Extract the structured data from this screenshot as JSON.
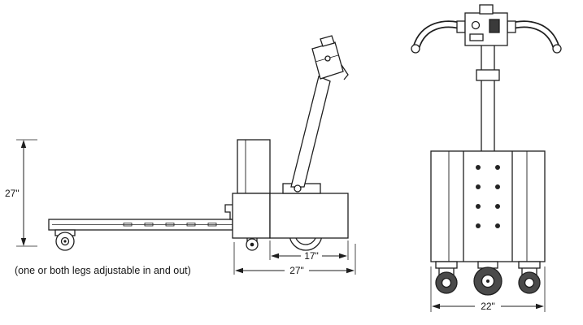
{
  "drawing": {
    "note": "(one or both legs adjustable in and out)",
    "dims": {
      "height": "27\"",
      "body_top": "17\"",
      "base": "27\"",
      "width": "22\""
    }
  }
}
